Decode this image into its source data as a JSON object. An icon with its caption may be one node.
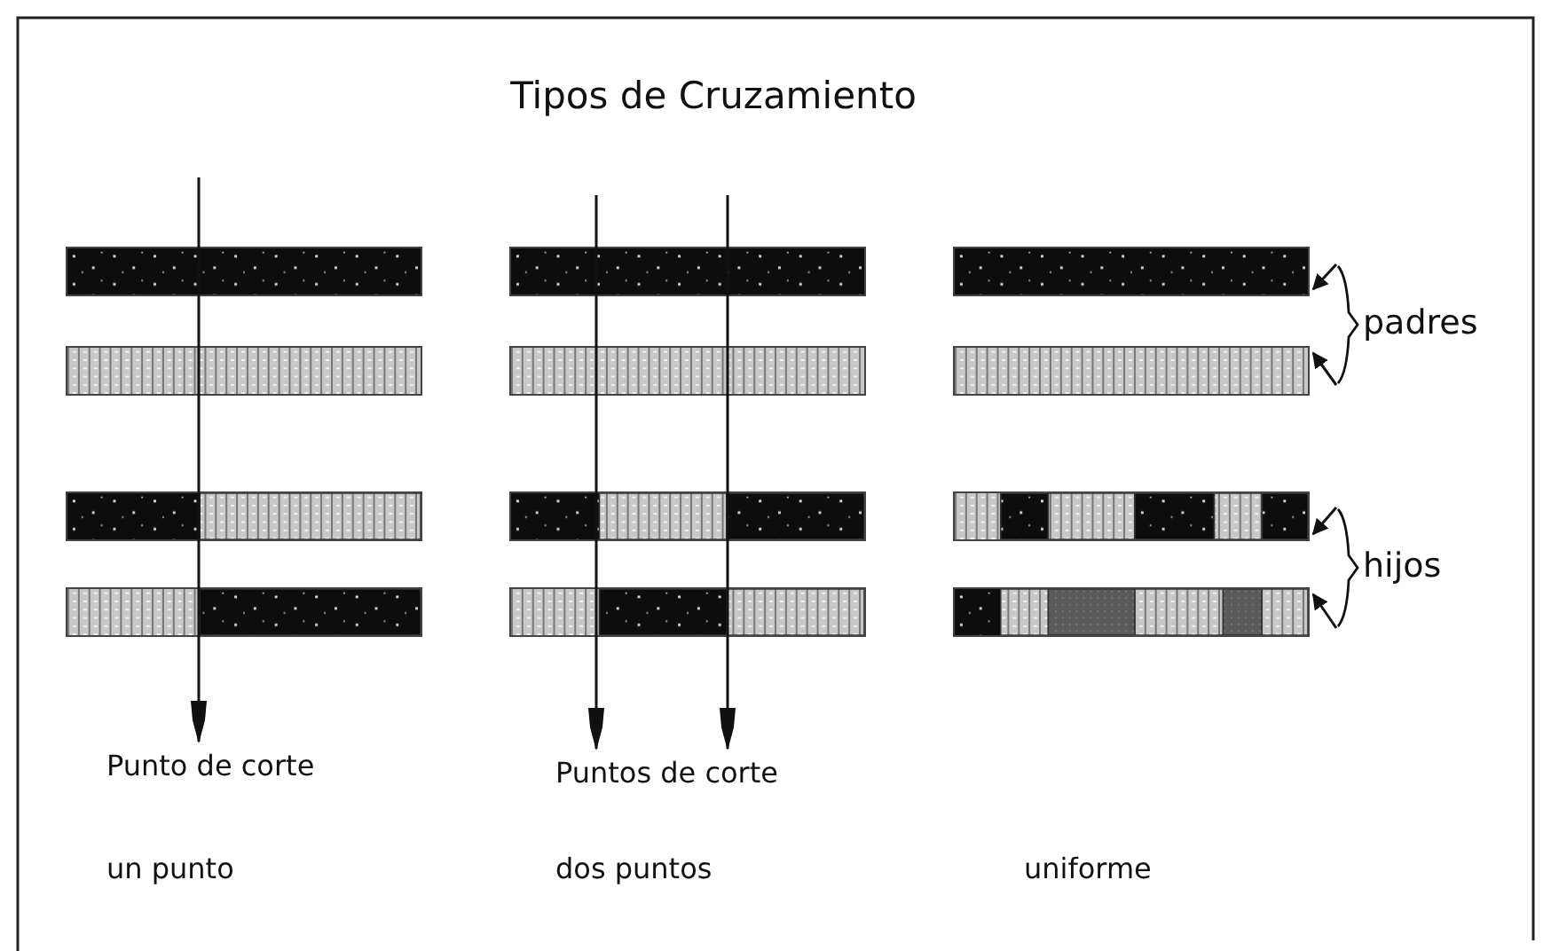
{
  "diagram": {
    "title": "Tipos de Cruzamiento",
    "nodes": [
      {
        "text": [],
        "shape": "bar"
      },
      {
        "text": [],
        "shape": "bar"
      },
      {
        "text": [],
        "shape": "bar"
      },
      {
        "text": [],
        "shape": "bar"
      },
      {
        "text": [],
        "shape": "bar"
      },
      {
        "text": [],
        "shape": "bar"
      },
      {
        "text": [],
        "shape": "bar"
      },
      {
        "text": [],
        "shape": "bar"
      },
      {
        "text": [],
        "shape": "bar"
      },
      {
        "text": [],
        "shape": "bar"
      },
      {
        "text": [],
        "shape": "bar"
      },
      {
        "text": [],
        "shape": "bar"
      },
      {
        "text": [
          "padres"
        ]
      },
      {
        "text": [
          "hijos"
        ]
      },
      {
        "text": [
          "Punto de corte"
        ]
      },
      {
        "text": [
          "Puntos de corte"
        ]
      }
    ],
    "edges": [
      {
        "from": null,
        "to": 14,
        "arrow": "to"
      },
      {
        "from": null,
        "to": 15,
        "arrow": "to"
      },
      {
        "from": null,
        "to": 15,
        "arrow": "to"
      },
      {
        "from": 12,
        "to": 2,
        "arrow": "to"
      },
      {
        "from": 12,
        "to": 5,
        "arrow": "to"
      },
      {
        "from": 13,
        "to": 8,
        "arrow": "to"
      },
      {
        "from": 13,
        "to": 11,
        "arrow": "to"
      }
    ],
    "labels": [
      "un punto",
      "dos puntos",
      "uniforme"
    ]
  }
}
